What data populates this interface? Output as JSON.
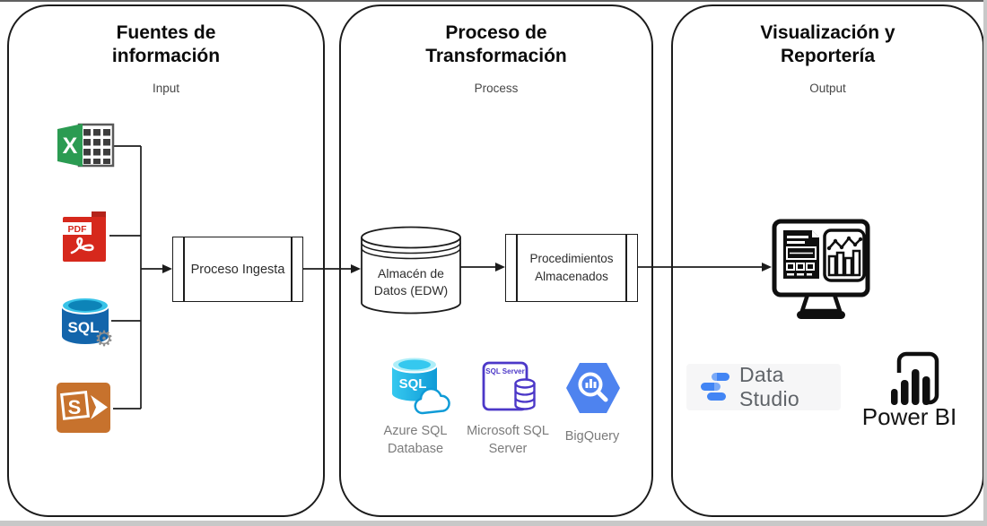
{
  "panels": [
    {
      "title_line1": "Fuentes de",
      "title_line2": "información",
      "subtitle": "Input"
    },
    {
      "title_line1": "Proceso de",
      "title_line2": "Transformación",
      "subtitle": "Process"
    },
    {
      "title_line1": "Visualización y",
      "title_line2": "Reportería",
      "subtitle": "Output"
    }
  ],
  "sources": {
    "excel_letter": "X",
    "pdf_label": "PDF",
    "sql_label": "SQL",
    "sharepoint_letter": "S"
  },
  "flow": {
    "ingest_label": "Proceso Ingesta",
    "edw_line1": "Almacén de",
    "edw_line2": "Datos (EDW)",
    "procedures_line1": "Procedimientos",
    "procedures_line2": "Almacenados"
  },
  "process_tools": [
    {
      "name": "Azure SQL Database",
      "icon_text": "SQL",
      "label_line1": "Azure SQL",
      "label_line2": "Database"
    },
    {
      "name": "Microsoft SQL Server",
      "icon_text": "SQL Server",
      "label_line1": "Microsoft SQL",
      "label_line2": "Server"
    },
    {
      "name": "BigQuery",
      "label_line1": "BigQuery"
    }
  ],
  "output_tools": {
    "data_studio_label": "Data Studio",
    "power_bi_label": "Power BI"
  },
  "colors": {
    "panel_border": "#1c1c1c",
    "line": "#1c1c1c",
    "excel_green": "#2b9b52",
    "sheet_grid": "#3d3d3d",
    "pdf_red": "#d6281c",
    "pdf_red_dark": "#b3231a",
    "sql_source_blue": "#1365ab",
    "sql_source_cyan": "#38c3e8",
    "sql_source_cyan_dark": "#0d84b8",
    "gear_grey": "#8f8f8f",
    "sharepoint_orange": "#c7722d",
    "azure_cyan_light": "#35c8ef",
    "azure_cyan_dark": "#0f9bd7",
    "azure_top": "#aeeef8",
    "sqlserver_indigo": "#4c38c8",
    "bigquery_blue": "#4e83ef",
    "datastudio_blue": "#4285f4",
    "datastudio_blue_light": "#7baaf7",
    "tool_label_grey": "#7b7b7b",
    "logo_text_grey": "#5f6368",
    "icon_black": "#0f0f0f"
  }
}
